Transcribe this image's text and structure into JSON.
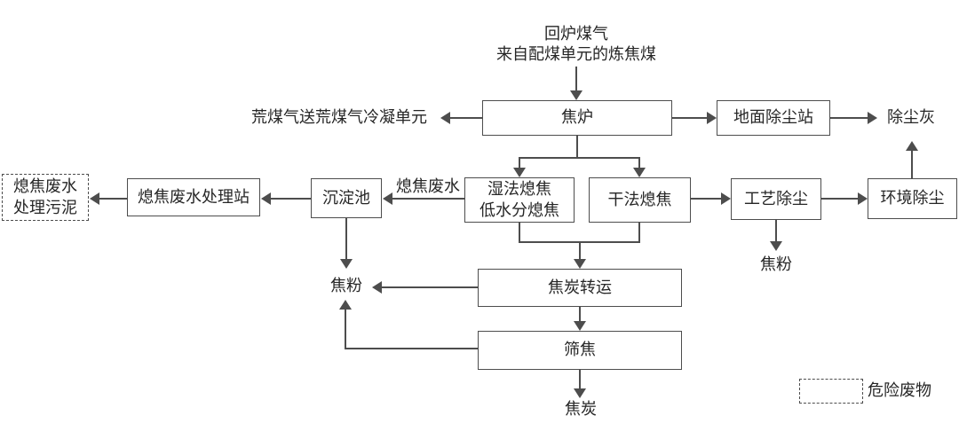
{
  "diagram": {
    "top_input": {
      "line1": "回炉煤气",
      "line2": "来自配煤单元的炼焦煤"
    },
    "nodes": {
      "coke_oven": "焦炉",
      "ground_dust_station": "地面除尘站",
      "wet_quench_line1": "湿法熄焦",
      "wet_quench_line2": "低水分熄焦",
      "dry_quench": "干法熄焦",
      "sedimentation_tank": "沉淀池",
      "wastewater_treatment_station": "熄焦废水处理站",
      "sludge_line1": "熄焦废水",
      "sludge_line2": "处理污泥",
      "process_dust_removal": "工艺除尘",
      "environment_dust_removal": "环境除尘",
      "coke_transfer": "焦炭转运",
      "coke_screening": "筛焦"
    },
    "stream_labels": {
      "raw_gas_to_condensing": "荒煤气送荒煤气冷凝单元",
      "dust_ash": "除尘灰",
      "quench_wastewater": "熄焦废水",
      "coke_powder_left": "焦粉",
      "coke_powder_right": "焦粉",
      "coke": "焦炭"
    },
    "legend": {
      "hazardous_waste": "危险废物"
    },
    "colors": {
      "line": "#4d4d4d",
      "text": "#262626",
      "background": "#ffffff"
    }
  }
}
